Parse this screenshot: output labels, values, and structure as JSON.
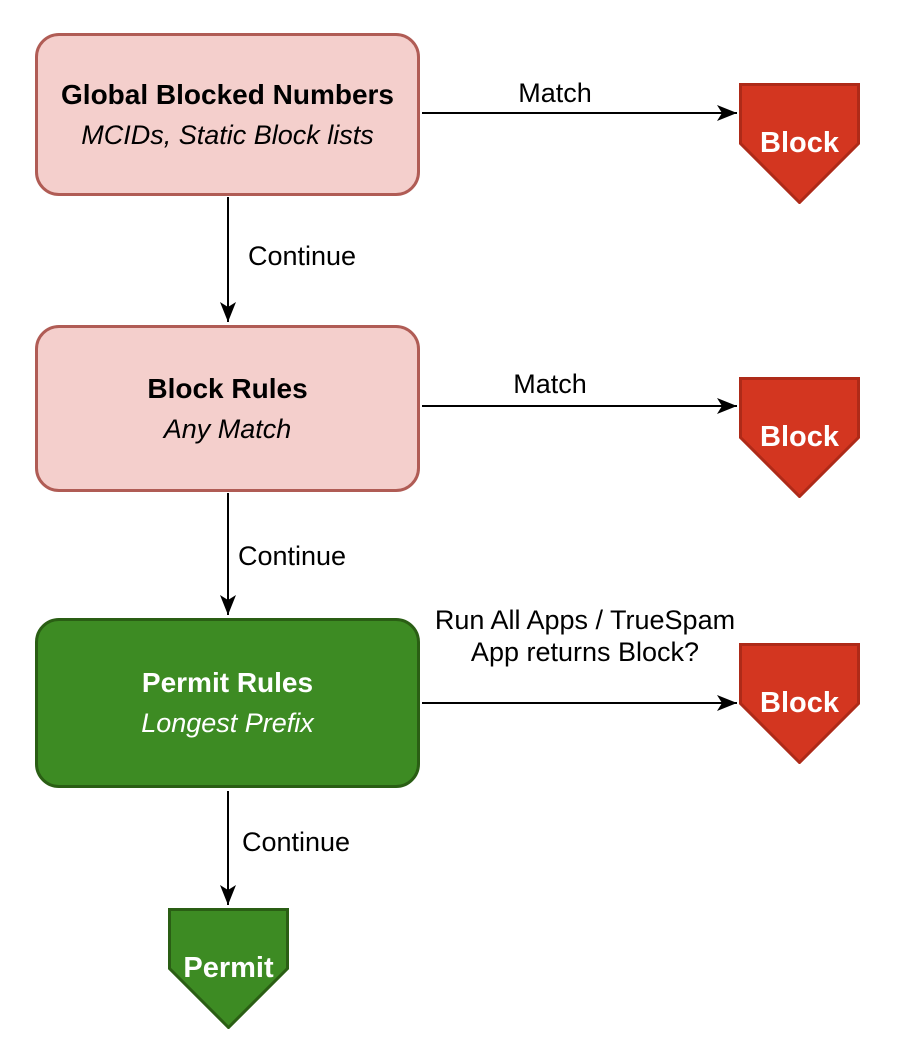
{
  "diagram": {
    "type": "flowchart",
    "nodes": {
      "global_blocked": {
        "title": "Global Blocked Numbers",
        "subtitle": "MCIDs, Static Block lists",
        "variant": "pink"
      },
      "block_rules": {
        "title": "Block Rules",
        "subtitle": "Any Match",
        "variant": "pink"
      },
      "permit_rules": {
        "title": "Permit Rules",
        "subtitle": "Longest Prefix",
        "variant": "green"
      },
      "block_terminal_1": {
        "label": "Block",
        "variant": "red"
      },
      "block_terminal_2": {
        "label": "Block",
        "variant": "red"
      },
      "block_terminal_3": {
        "label": "Block",
        "variant": "red"
      },
      "permit_terminal": {
        "label": "Permit",
        "variant": "green"
      }
    },
    "edges": {
      "e1": {
        "from": "global_blocked",
        "to": "block_terminal_1",
        "label": "Match"
      },
      "e2": {
        "from": "global_blocked",
        "to": "block_rules",
        "label": "Continue"
      },
      "e3": {
        "from": "block_rules",
        "to": "block_terminal_2",
        "label": "Match"
      },
      "e4": {
        "from": "block_rules",
        "to": "permit_rules",
        "label": "Continue"
      },
      "e5": {
        "from": "permit_rules",
        "to": "block_terminal_3",
        "label_line1": "Run All Apps / TrueSpam",
        "label_line2": "App returns Block?"
      },
      "e6": {
        "from": "permit_rules",
        "to": "permit_terminal",
        "label": "Continue"
      }
    },
    "colors": {
      "pink_fill": "#f4cfcc",
      "pink_border": "#b05c55",
      "green_fill": "#3d8b23",
      "green_border": "#2a5e14",
      "red_fill": "#d33620",
      "red_border": "#ae2a18",
      "arrow": "#000000",
      "background": "#ffffff"
    }
  }
}
